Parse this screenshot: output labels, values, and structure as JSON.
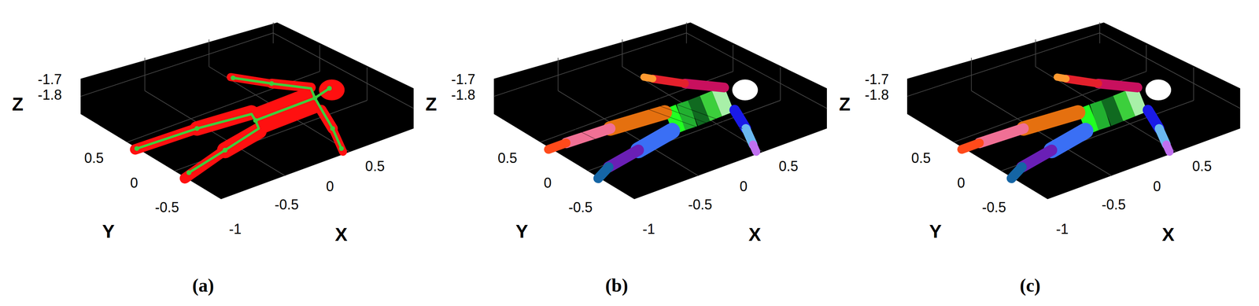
{
  "diagram": {
    "labels": [
      "Z",
      "-1.7",
      "-1.8",
      "0.5",
      "0",
      "-0.5",
      "Y",
      "-1",
      "-0.5",
      "0",
      "0.5",
      "X",
      "(a)",
      "Z",
      "-1.7",
      "-1.8",
      "0.5",
      "0",
      "-0.5",
      "Y",
      "-1",
      "-0.5",
      "0",
      "0.5",
      "X",
      "(b)",
      "Z",
      "-1.7",
      "-1.8",
      "0.5",
      "0",
      "-0.5",
      "Y",
      "-1",
      "-0.5",
      "0",
      "0.5",
      "X",
      "(c)"
    ]
  }
}
